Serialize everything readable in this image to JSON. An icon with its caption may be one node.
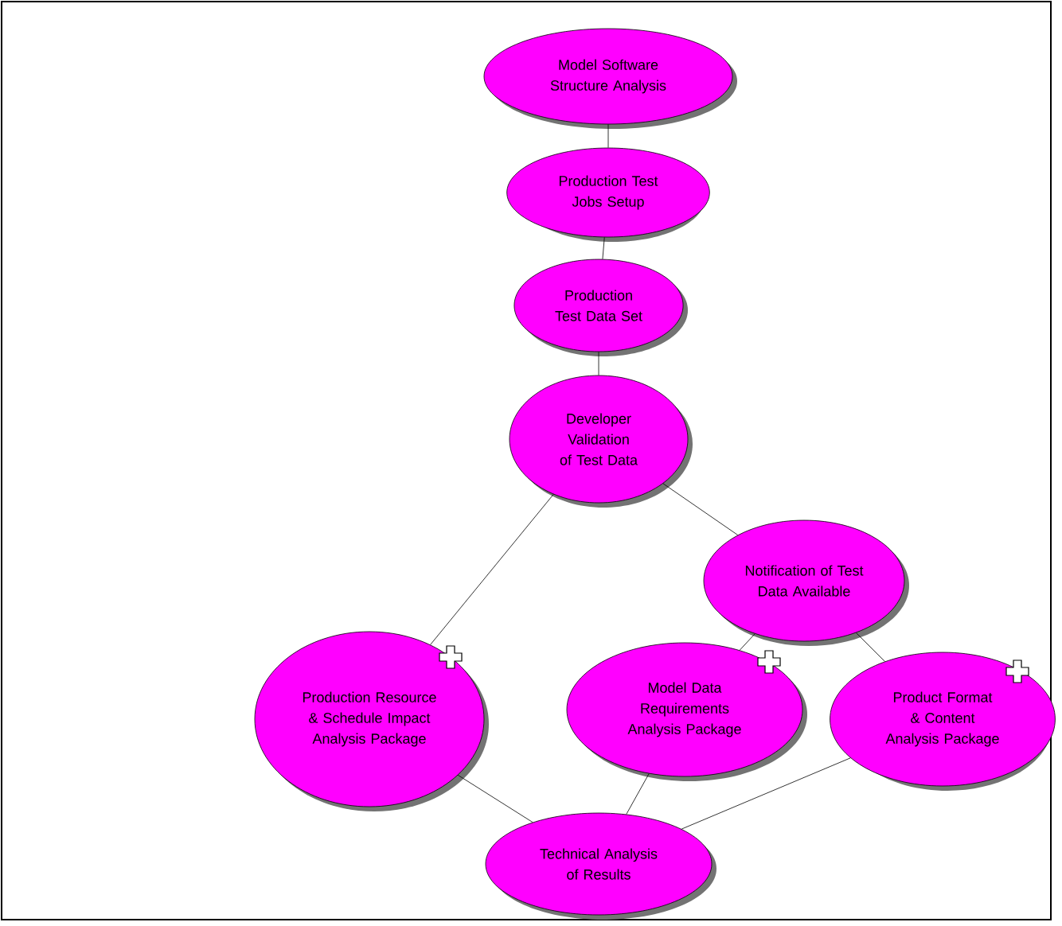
{
  "diagram": {
    "nodes": [
      {
        "text": [
          "Model Software Structure Analysis"
        ]
      },
      {
        "text": [
          "Production Test Jobs Setup"
        ]
      },
      {
        "text": [
          "Production Test Data Set"
        ]
      },
      {
        "text": [
          "Developer Validation of Test Data"
        ]
      },
      {
        "text": [
          "Notification of Test Data Available"
        ]
      },
      {
        "text": [
          "Production Resource & Schedule Impact Analysis Package"
        ]
      },
      {
        "text": [
          "Model Data Requirements Analysis Package"
        ]
      },
      {
        "text": [
          "Product Format & Content Analysis Package"
        ]
      },
      {
        "text": [
          "Technical Analysis of Results"
        ]
      }
    ],
    "edges": [
      {
        "from": 0,
        "to": 1,
        "arrow": "none"
      },
      {
        "from": 1,
        "to": 2,
        "arrow": "none"
      },
      {
        "from": 2,
        "to": 3,
        "arrow": "none"
      },
      {
        "from": 3,
        "to": 5,
        "arrow": "none"
      },
      {
        "from": 3,
        "to": 4,
        "arrow": "none"
      },
      {
        "from": 4,
        "to": 6,
        "arrow": "none"
      },
      {
        "from": 4,
        "to": 7,
        "arrow": "none"
      },
      {
        "from": 5,
        "to": 8,
        "arrow": "none"
      },
      {
        "from": 6,
        "to": 8,
        "arrow": "none"
      },
      {
        "from": 7,
        "to": 8,
        "arrow": "none"
      }
    ]
  }
}
